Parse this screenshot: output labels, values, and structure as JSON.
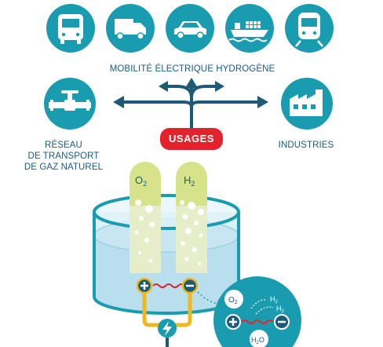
{
  "colors": {
    "primary": "#1a9cb0",
    "dark_blue": "#1a5a82",
    "arrow": "#1d5a78",
    "red": "#e3222b",
    "tube_green": "#d6e38a",
    "water": "#c7e6f1",
    "yellow": "#f2b81b"
  },
  "icons": {
    "transport_row": [
      "bus-icon",
      "truck-icon",
      "car-icon",
      "ship-icon",
      "train-icon"
    ],
    "left": "pipeline-valve-icon",
    "right": "factory-icon",
    "power": "lightning-icon"
  },
  "labels": {
    "mobility": "MOBILITÉ ÉLECTRIQUE HYDROGÈNE",
    "usages": "USAGES",
    "network_line1": "RÉSEAU",
    "network_line2": "DE TRANSPORT",
    "network_line3": "DE GAZ NATUREL",
    "industries": "INDUSTRIES"
  },
  "tubes": {
    "left_gas": "O",
    "left_sub": "2",
    "right_gas": "H",
    "right_sub": "2"
  },
  "zoom": {
    "o2": "O",
    "o2_sub": "2",
    "h2_a": "H",
    "h2_a_sub": "2",
    "h2_b": "H",
    "h2_b_sub": "2",
    "water": "H",
    "water_sub": "2",
    "water_tail": "O"
  }
}
